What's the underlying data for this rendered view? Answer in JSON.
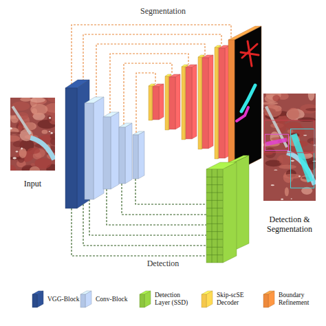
{
  "diagram": {
    "nodes": [
      {
        "text": [
          "Input"
        ]
      },
      {
        "text": [
          "Detection & Segmentation"
        ]
      }
    ],
    "labels": [
      "Segmentation",
      "Detection"
    ],
    "legend": [
      {
        "text": "VGG-Block",
        "color": "#2b4c8c"
      },
      {
        "text": "Conv-Block",
        "color": "#b3c6e6"
      },
      {
        "text": "Detection Layer (SSD)",
        "color": "#8dc63f"
      },
      {
        "text": "Skip-scSE Decoder",
        "color": "#f5c84c"
      },
      {
        "text": "Boundary Refinement",
        "color": "#ee8a3c"
      }
    ]
  }
}
